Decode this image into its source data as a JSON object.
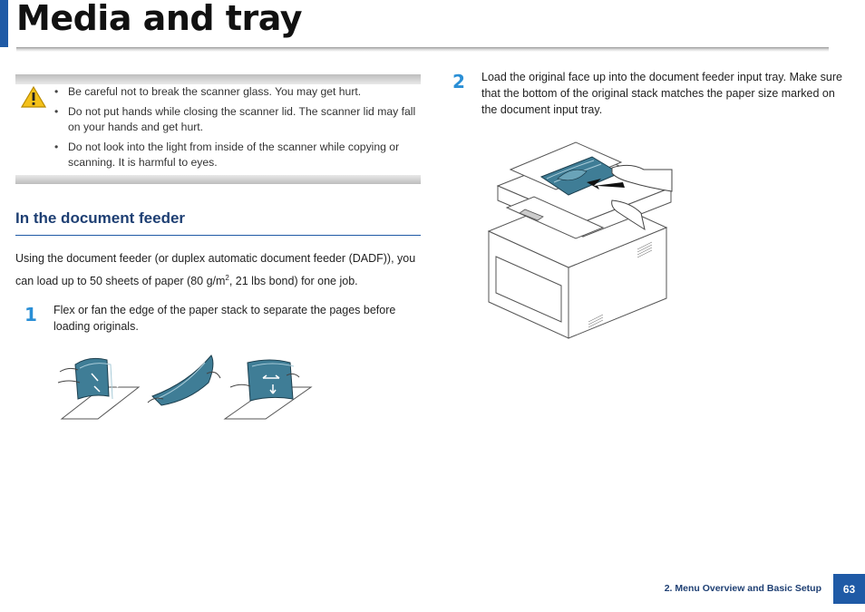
{
  "header": {
    "title": "Media and tray"
  },
  "warning": {
    "items": [
      "Be careful not to break the scanner glass. You may get hurt.",
      "Do not put hands while closing the scanner lid. The scanner lid may fall on your hands and get hurt.",
      "Do not look into the light from inside of the scanner while copying or scanning. It is harmful to eyes."
    ]
  },
  "section": {
    "heading": "In the document feeder",
    "intro_before_sup": "Using the document feeder (or duplex automatic document feeder (DADF)), you can load up to 50 sheets of paper (80 g/m",
    "intro_sup": "2",
    "intro_after_sup": ", 21 lbs bond) for one job."
  },
  "steps": [
    {
      "number": "1",
      "text": "Flex or fan the edge of the paper stack to separate the pages before loading originals."
    },
    {
      "number": "2",
      "text": "Load the original face up into the document feeder input tray. Make sure that the bottom of the original stack matches the paper size marked on the document input tray."
    }
  ],
  "footer": {
    "label": "2.  Menu Overview and Basic Setup",
    "page": "63"
  },
  "colors": {
    "accent": "#1f5aa6",
    "step": "#2a8fd6",
    "heading": "#1e3f73",
    "paper": "#3f7d96"
  }
}
